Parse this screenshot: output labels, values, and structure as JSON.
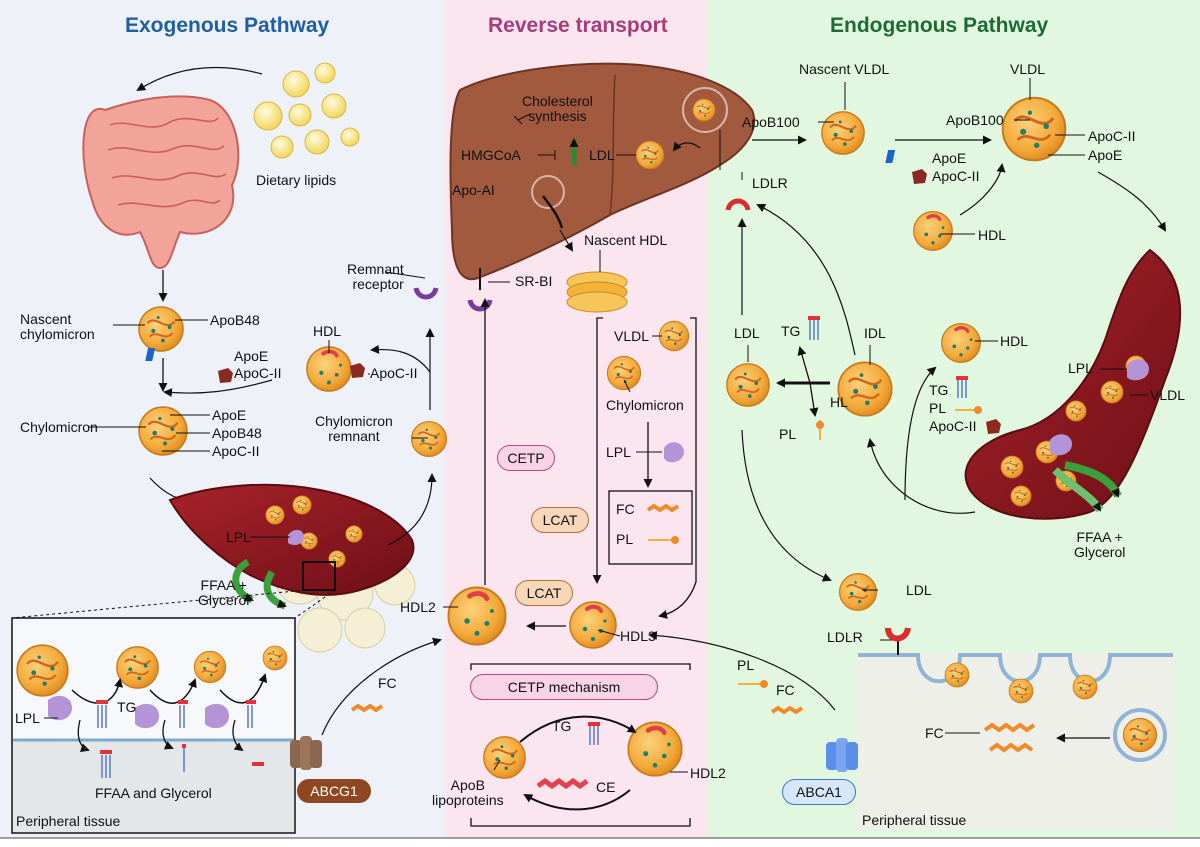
{
  "panels": {
    "exogenous": {
      "title": "Exogenous Pathway",
      "color": "#1f5fa0"
    },
    "reverse": {
      "title": "Reverse transport",
      "color": "#a63d7a"
    },
    "endogenous": {
      "title": "Endogenous Pathway",
      "color": "#1e6b33"
    }
  },
  "exogenous": {
    "dietary_lipids": "Dietary lipids",
    "nascent_chylomicron": "Nascent\nchylomicron",
    "apob48_a": "ApoB48",
    "apoe_a": "ApoE",
    "apocii_a": "ApoC-II",
    "chylomicron": "Chylomicron",
    "apoe_b": "ApoE",
    "apob48_b": "ApoB48",
    "apocii_b": "ApoC-II",
    "hdl": "HDL",
    "apocii_c": "ApoC-II",
    "chylomicron_remnant": "Chylomicron\nremnant",
    "remnant_receptor": "Remnant\nreceptor",
    "lpl": "LPL",
    "ffaa_glycerol": "FFAA +\nGlycerol",
    "inset_lpl": "LPL",
    "inset_tg": "TG",
    "inset_ffaa": "FFAA and Glycerol",
    "peripheral_tissue": "Peripheral tissue",
    "abcg1": "ABCG1",
    "fc": "FC"
  },
  "reverse": {
    "cholesterol_synthesis": "Cholesterol\nsynthesis",
    "hmgcoa": "HMGCoA",
    "ldl": "LDL",
    "apo_ai": "Apo-AI",
    "nascent_hdl": "Nascent HDL",
    "sr_bi": "SR-BI",
    "vldl": "VLDL",
    "chylomicron": "Chylomicron",
    "lpl": "LPL",
    "fc": "FC",
    "pl": "PL",
    "cetp": "CETP",
    "lcat_1": "LCAT",
    "lcat_2": "LCAT",
    "hdl2": "HDL2",
    "hdl3": "HDL3",
    "cetp_mechanism": "CETP mechanism",
    "tg": "TG",
    "ce": "CE",
    "hdl2_b": "HDL2",
    "apob_lipoproteins": "ApoB\nlipoproteins"
  },
  "endogenous": {
    "nascent_vldl": "Nascent VLDL",
    "vldl": "VLDL",
    "apob100_a": "ApoB100",
    "apob100_b": "ApoB100",
    "apocii_a": "ApoC-II",
    "apoe_a": "ApoE",
    "apoe_b": "ApoE",
    "apocii_b": "ApoC-II",
    "ldlr_a": "LDLR",
    "hdl_a": "HDL",
    "ldl_a": "LDL",
    "tg_a": "TG",
    "idl": "IDL",
    "hl": "HL",
    "pl_a": "PL",
    "hdl_b": "HDL",
    "tg_b": "TG",
    "pl_b": "PL",
    "apocii_c": "ApoC-II",
    "lpl": "LPL",
    "vldl_b": "VLDL",
    "ffaa_glycerol": "FFAA +\nGlycerol",
    "ldl_b": "LDL",
    "ldlr_b": "LDLR",
    "pl_c": "PL",
    "fc_a": "FC",
    "fc_b": "FC",
    "abca1": "ABCA1",
    "peripheral_tissue": "Peripheral tissue"
  }
}
